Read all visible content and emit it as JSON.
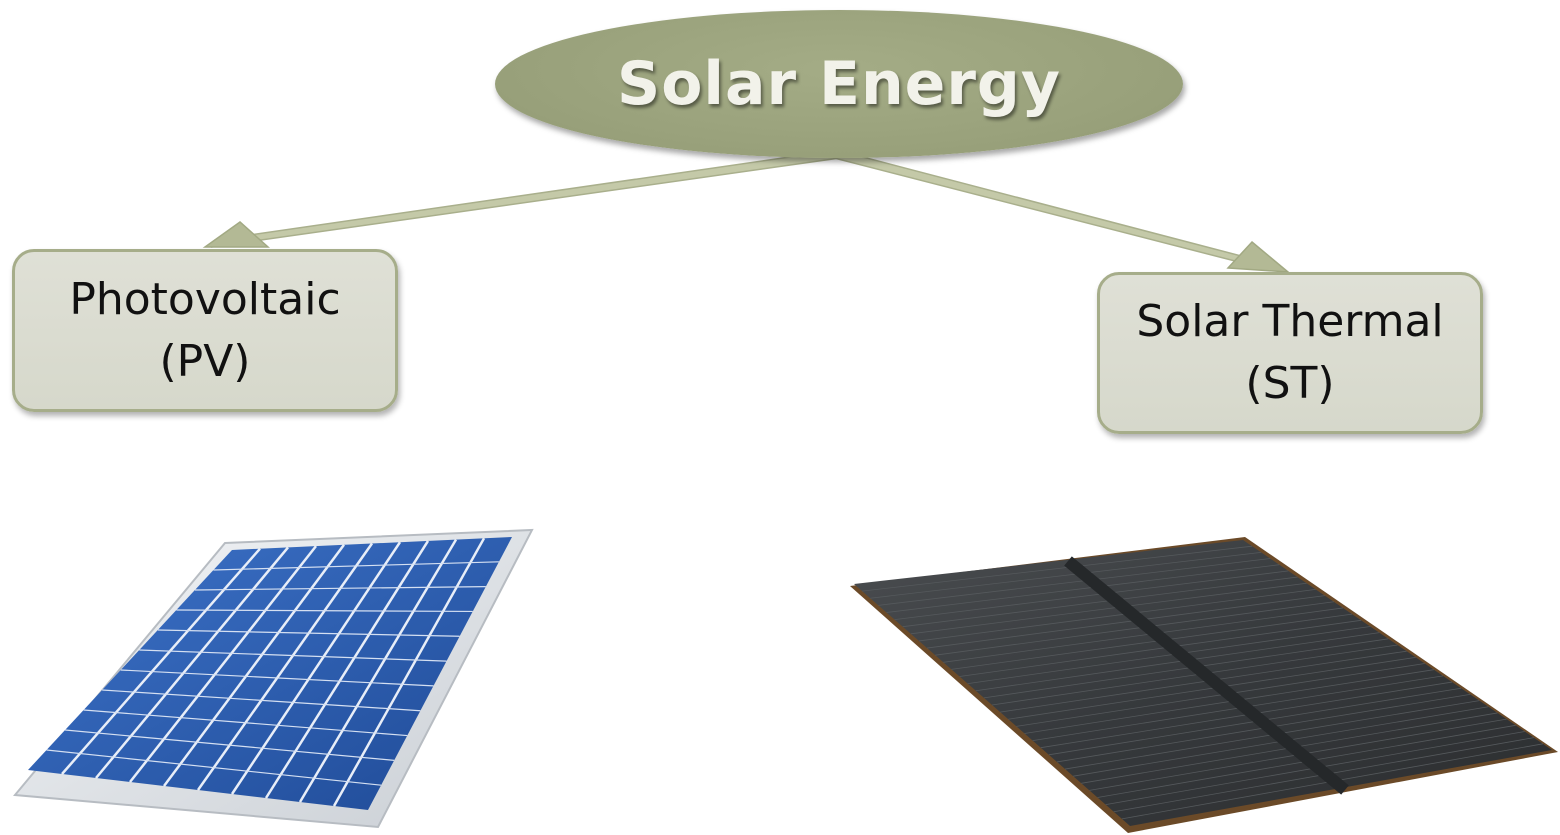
{
  "diagram": {
    "root": {
      "label": "Solar Energy"
    },
    "branches": [
      {
        "line1": "Photovoltaic",
        "line2": "(PV)",
        "image_icon": "blue-pv-panel-icon"
      },
      {
        "line1": "Solar Thermal",
        "line2": "(ST)",
        "image_icon": "dark-solar-panel-icon"
      }
    ]
  },
  "colors": {
    "node_fill": "#98a07a",
    "node_text": "#f2f2ea",
    "box_fill": "#dcddd2",
    "box_border": "#a6ad8a",
    "arrow": "#b3b995",
    "pv_cell": "#2f5fb3",
    "st_panel": "#3a3d40"
  }
}
